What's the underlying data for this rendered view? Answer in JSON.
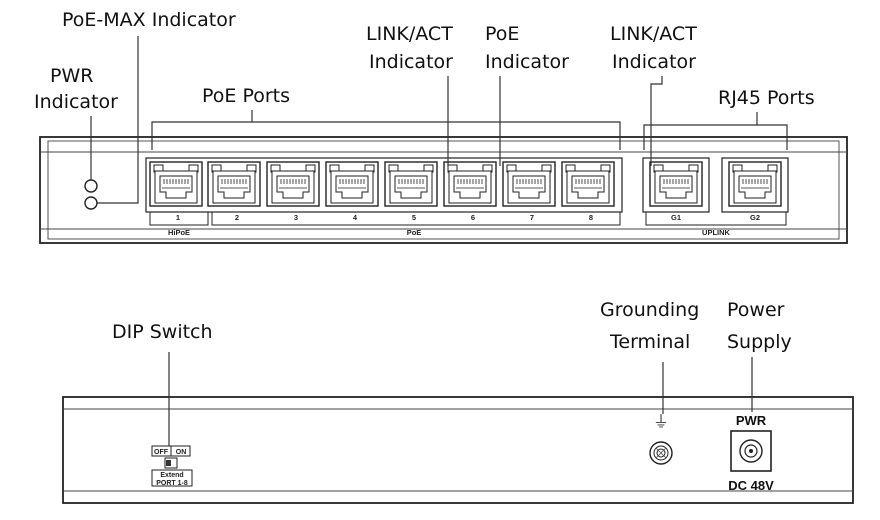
{
  "front_panel": {
    "callouts": {
      "poe_max": "PoE-MAX Indicator",
      "pwr_line1": "PWR",
      "pwr_line2": "Indicator",
      "poe_ports": "PoE Ports",
      "link_act_1_line1": "LINK/ACT",
      "link_act_1_line2": "Indicator",
      "poe_ind_line1": "PoE",
      "poe_ind_line2": "Indicator",
      "link_act_2_line1": "LINK/ACT",
      "link_act_2_line2": "Indicator",
      "rj45_ports": "RJ45 Ports"
    },
    "port_numbers": [
      "1",
      "2",
      "3",
      "4",
      "5",
      "6",
      "7",
      "8"
    ],
    "uplink_numbers": [
      "G1",
      "G2"
    ],
    "group_labels": {
      "hipoe": "HiPoE",
      "poe": "PoE",
      "uplink": "UPLINK"
    }
  },
  "rear_panel": {
    "callouts": {
      "dip_switch": "DIP Switch",
      "grounding_line1": "Grounding",
      "grounding_line2": "Terminal",
      "power_line1": "Power",
      "power_line2": "Supply"
    },
    "dip_labels": {
      "off": "OFF",
      "on": "ON",
      "extend": "Extend",
      "port_range": "PORT 1-8"
    },
    "ground_symbol": "⏚",
    "pwr_label": "PWR",
    "dc_label": "DC 48V"
  }
}
